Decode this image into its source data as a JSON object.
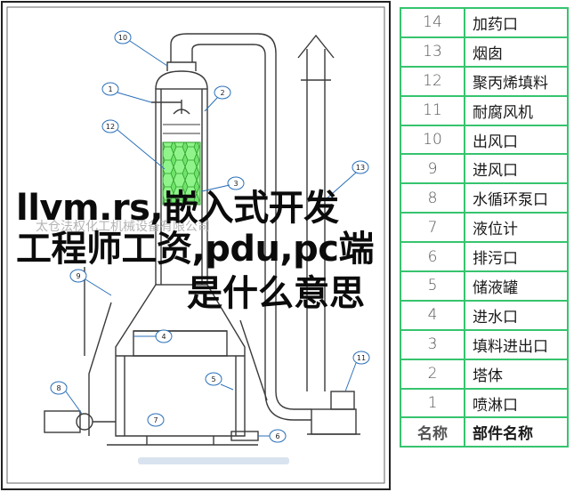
{
  "diagram": {
    "callouts": [
      "1",
      "2",
      "3",
      "4",
      "5",
      "6",
      "7",
      "8",
      "9",
      "10",
      "11",
      "12",
      "13"
    ],
    "watermark": "太仓法权化工机械设备有限公司",
    "colors": {
      "line": "#3a3a3a",
      "callout": "#2a6fb8",
      "packing": "#5fe05a",
      "table_border": "#36c46e"
    }
  },
  "overlay": {
    "line1": "llvm.rs,嵌入式开发",
    "line2": "工程师工资,pdu,pc端",
    "line3": "是什么意思"
  },
  "parts_table": {
    "rows": [
      {
        "num": "14",
        "name": "加药口"
      },
      {
        "num": "13",
        "name": "烟囱"
      },
      {
        "num": "12",
        "name": "聚丙烯填料"
      },
      {
        "num": "11",
        "name": "耐腐风机"
      },
      {
        "num": "10",
        "name": "出风口"
      },
      {
        "num": "9",
        "name": "进风口"
      },
      {
        "num": "8",
        "name": "水循环泵口"
      },
      {
        "num": "7",
        "name": "液位计"
      },
      {
        "num": "6",
        "name": "排污口"
      },
      {
        "num": "5",
        "name": "储液罐"
      },
      {
        "num": "4",
        "name": "进水口"
      },
      {
        "num": "3",
        "name": "填料进出口"
      },
      {
        "num": "2",
        "name": "塔体"
      },
      {
        "num": "1",
        "name": "喷淋口"
      }
    ],
    "header": {
      "num": "名称",
      "name": "部件名称"
    }
  }
}
